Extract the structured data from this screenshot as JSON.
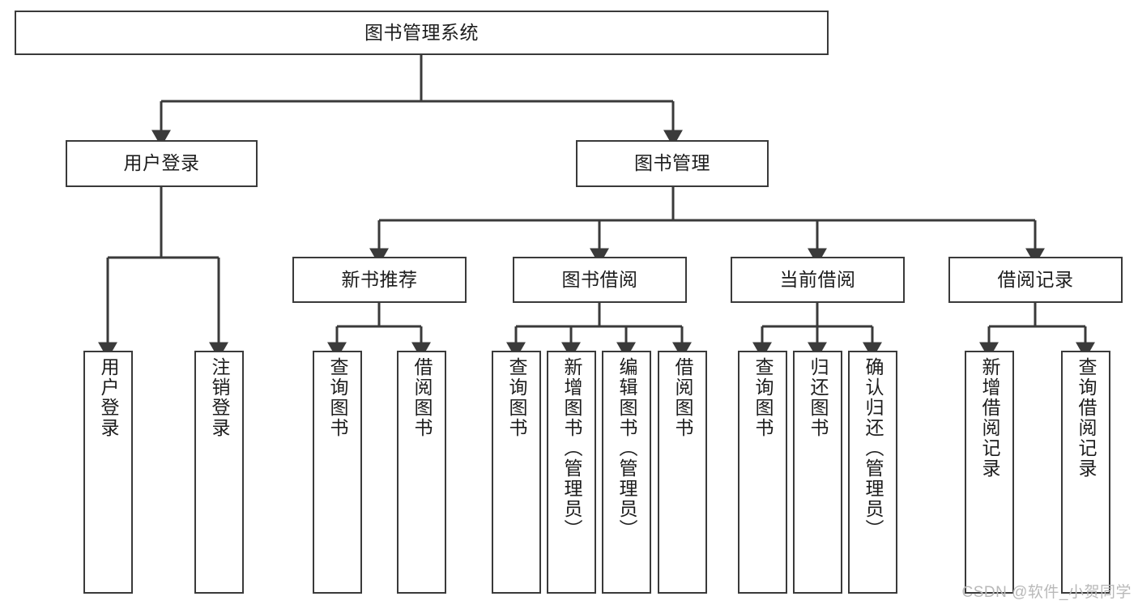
{
  "diagram": {
    "type": "tree",
    "title": "图书管理系统",
    "watermark": "CSDN @软件_小贺同学",
    "colors": {
      "background": "#ffffff",
      "stroke": "#3a3a3a",
      "text": "#1d1d1d",
      "watermark": "#b9b9b9"
    },
    "nodes": {
      "root": {
        "label": "图书管理系统"
      },
      "l1": [
        {
          "id": "user-login",
          "label": "用户登录"
        },
        {
          "id": "book-manage",
          "label": "图书管理"
        }
      ],
      "l2": [
        {
          "id": "new-book-recommend",
          "label": "新书推荐"
        },
        {
          "id": "book-borrow",
          "label": "图书借阅"
        },
        {
          "id": "current-borrow",
          "label": "当前借阅"
        },
        {
          "id": "borrow-record",
          "label": "借阅记录"
        }
      ],
      "leaves": {
        "user_login": [
          {
            "id": "leaf-user-login",
            "label": "用户登录"
          },
          {
            "id": "leaf-logout-login",
            "label": "注销登录"
          }
        ],
        "new_book_recommend": [
          {
            "id": "leaf-query-book-1",
            "label": "查询图书"
          },
          {
            "id": "leaf-borrow-book-1",
            "label": "借阅图书"
          }
        ],
        "book_borrow": [
          {
            "id": "leaf-query-book-2",
            "label": "查询图书"
          },
          {
            "id": "leaf-add-book",
            "label": "新增图书（管理员）"
          },
          {
            "id": "leaf-edit-book",
            "label": "编辑图书（管理员）"
          },
          {
            "id": "leaf-borrow-book-2",
            "label": "借阅图书"
          }
        ],
        "current_borrow": [
          {
            "id": "leaf-query-book-3",
            "label": "查询图书"
          },
          {
            "id": "leaf-return-book",
            "label": "归还图书"
          },
          {
            "id": "leaf-confirm-return",
            "label": "确认归还（管理员）"
          }
        ],
        "borrow_record": [
          {
            "id": "leaf-add-record",
            "label": "新增借阅记录"
          },
          {
            "id": "leaf-query-record",
            "label": "查询借阅记录"
          }
        ]
      }
    }
  }
}
